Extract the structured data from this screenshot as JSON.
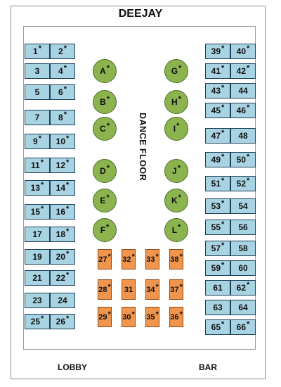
{
  "title": "DEEJAY",
  "dance_floor": "DANCE FLOOR",
  "lobby": "LOBBY",
  "bar": "BAR",
  "star_symbol": "*",
  "colors": {
    "booth": "#a8d3e3",
    "round": "#8cb44e",
    "vip": "#f0954d"
  },
  "left_booths": [
    [
      {
        "n": "1",
        "s": true
      },
      {
        "n": "2",
        "s": true
      }
    ],
    [
      {
        "n": "3",
        "s": false
      },
      {
        "n": "4",
        "s": true
      }
    ],
    [
      {
        "n": "5",
        "s": false
      },
      {
        "n": "6",
        "s": true
      }
    ],
    [
      {
        "n": "7",
        "s": false
      },
      {
        "n": "8",
        "s": true
      }
    ],
    [
      {
        "n": "9",
        "s": true
      },
      {
        "n": "10",
        "s": true
      }
    ],
    [
      {
        "n": "11",
        "s": true
      },
      {
        "n": "12",
        "s": true
      }
    ],
    [
      {
        "n": "13",
        "s": true
      },
      {
        "n": "14",
        "s": true
      }
    ],
    [
      {
        "n": "15",
        "s": true
      },
      {
        "n": "16",
        "s": true
      }
    ],
    [
      {
        "n": "17",
        "s": false
      },
      {
        "n": "18",
        "s": true
      }
    ],
    [
      {
        "n": "19",
        "s": false
      },
      {
        "n": "20",
        "s": true
      }
    ],
    [
      {
        "n": "21",
        "s": false
      },
      {
        "n": "22",
        "s": true
      }
    ],
    [
      {
        "n": "23",
        "s": false
      },
      {
        "n": "24",
        "s": false
      }
    ],
    [
      {
        "n": "25",
        "s": true
      },
      {
        "n": "26",
        "s": true
      }
    ]
  ],
  "right_booths": [
    [
      {
        "n": "39",
        "s": true
      },
      {
        "n": "40",
        "s": true
      }
    ],
    [
      {
        "n": "41",
        "s": true
      },
      {
        "n": "42",
        "s": true
      }
    ],
    [
      {
        "n": "43",
        "s": true
      },
      {
        "n": "44",
        "s": false
      }
    ],
    [
      {
        "n": "45",
        "s": true
      },
      {
        "n": "46",
        "s": true
      }
    ],
    [
      {
        "n": "47",
        "s": true
      },
      {
        "n": "48",
        "s": false
      }
    ],
    [
      {
        "n": "49",
        "s": true
      },
      {
        "n": "50",
        "s": true
      }
    ],
    [
      {
        "n": "51",
        "s": true
      },
      {
        "n": "52",
        "s": true
      }
    ],
    [
      {
        "n": "53",
        "s": true
      },
      {
        "n": "54",
        "s": false
      }
    ],
    [
      {
        "n": "55",
        "s": true
      },
      {
        "n": "56",
        "s": false
      }
    ],
    [
      {
        "n": "57",
        "s": true
      },
      {
        "n": "58",
        "s": false
      }
    ],
    [
      {
        "n": "59",
        "s": true
      },
      {
        "n": "60",
        "s": false
      }
    ],
    [
      {
        "n": "61",
        "s": false
      },
      {
        "n": "62",
        "s": true
      }
    ],
    [
      {
        "n": "63",
        "s": false
      },
      {
        "n": "64",
        "s": false
      }
    ],
    [
      {
        "n": "65",
        "s": true
      },
      {
        "n": "66",
        "s": true
      }
    ]
  ],
  "round_left": [
    {
      "n": "A",
      "s": true
    },
    {
      "n": "B",
      "s": true
    },
    {
      "n": "C",
      "s": true
    },
    {
      "n": "D",
      "s": true
    },
    {
      "n": "E",
      "s": true
    },
    {
      "n": "F",
      "s": true
    }
  ],
  "round_right": [
    {
      "n": "G",
      "s": true
    },
    {
      "n": "H",
      "s": true
    },
    {
      "n": "I",
      "s": true
    },
    {
      "n": "J",
      "s": true
    },
    {
      "n": "K",
      "s": true
    },
    {
      "n": "L",
      "s": true
    }
  ],
  "vip_columns": [
    [
      {
        "n": "27",
        "s": true
      },
      {
        "n": "28",
        "s": true
      },
      {
        "n": "29",
        "s": true
      }
    ],
    [
      {
        "n": "32",
        "s": true
      },
      {
        "n": "31",
        "s": false
      },
      {
        "n": "30",
        "s": true
      }
    ],
    [
      {
        "n": "33",
        "s": true
      },
      {
        "n": "34",
        "s": true
      },
      {
        "n": "35",
        "s": true
      }
    ],
    [
      {
        "n": "38",
        "s": true
      },
      {
        "n": "37",
        "s": true
      },
      {
        "n": "36",
        "s": true
      }
    ]
  ]
}
